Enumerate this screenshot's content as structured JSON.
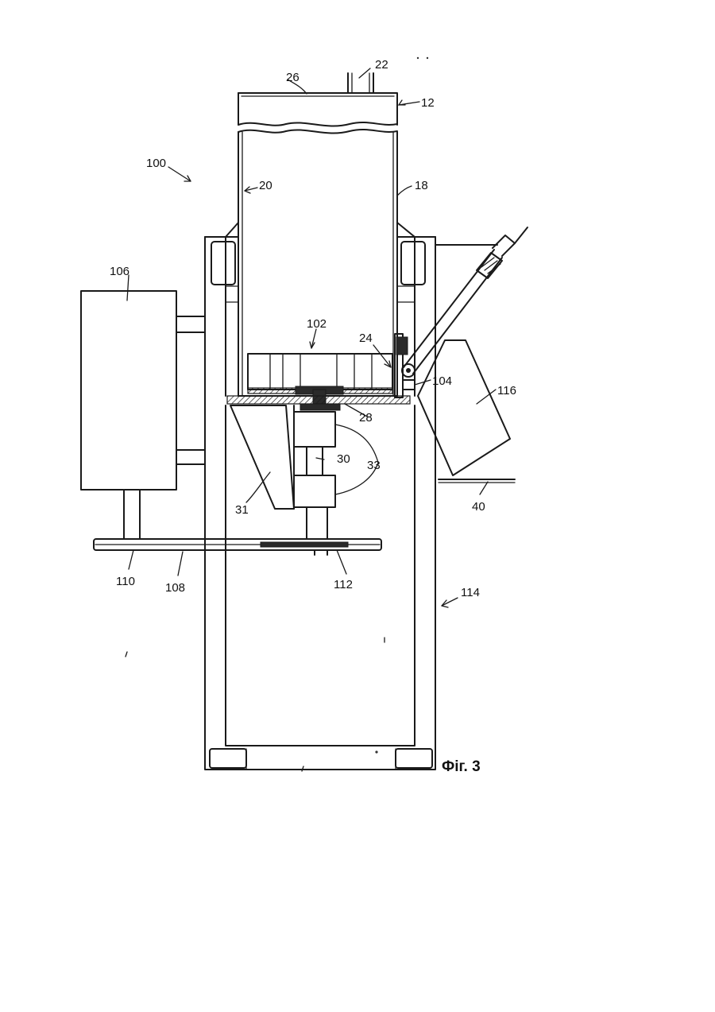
{
  "figure": {
    "caption": "Фіг. 3",
    "labels": {
      "l22": "22",
      "l26": "26",
      "l12": "12",
      "l100": "100",
      "l20": "20",
      "l18": "18",
      "l106": "106",
      "l102": "102",
      "l24": "24",
      "l104": "104",
      "l116": "116",
      "l28": "28",
      "l30": "30",
      "l33": "33",
      "l31": "31",
      "l40": "40",
      "l110": "110",
      "l108": "108",
      "l112": "112",
      "l114": "114"
    }
  }
}
